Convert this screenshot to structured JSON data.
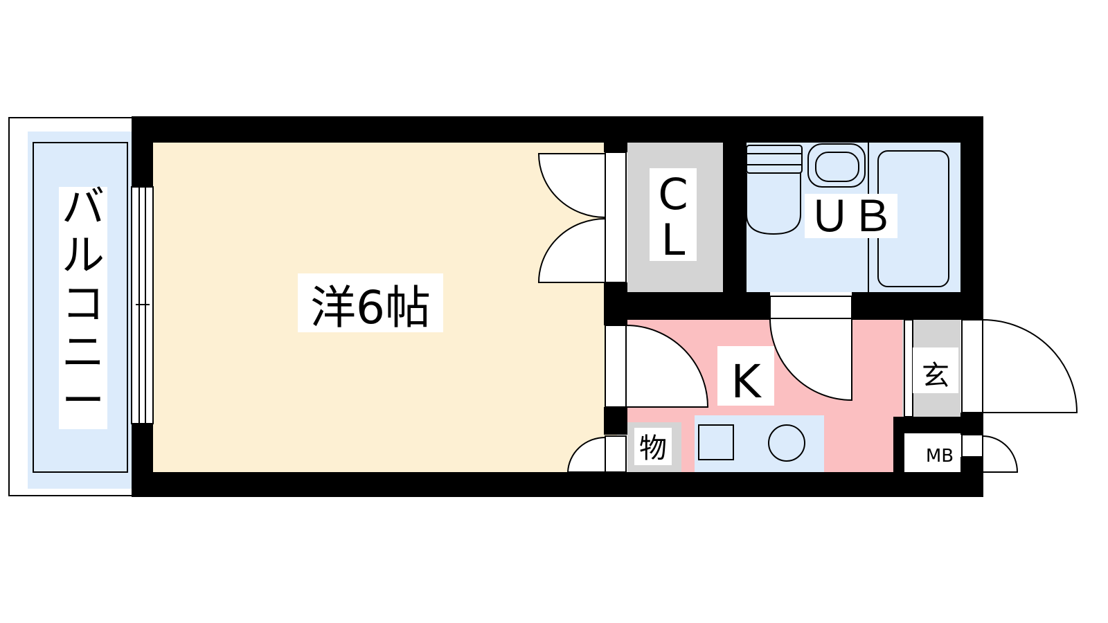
{
  "floorplan": {
    "rooms": {
      "western": {
        "label": "洋6帖",
        "color": "#fdf0d3"
      },
      "closet": {
        "label_top": "C",
        "label_bottom": "L",
        "color": "#d4d4d4"
      },
      "bath": {
        "label": "ＵＢ",
        "color": "#dcebfb"
      },
      "kitchen": {
        "label": "K",
        "color": "#fbbfc1"
      },
      "storage": {
        "label": "物",
        "color": "#d4d4d4"
      },
      "entrance": {
        "label": "玄",
        "color": "#d4d4d4"
      },
      "meter_box": {
        "label": "MB",
        "color": "#ffffff"
      },
      "balcony": {
        "label": "バルコニー",
        "color": "#dcebfb"
      }
    },
    "wall_color": "#000000"
  }
}
